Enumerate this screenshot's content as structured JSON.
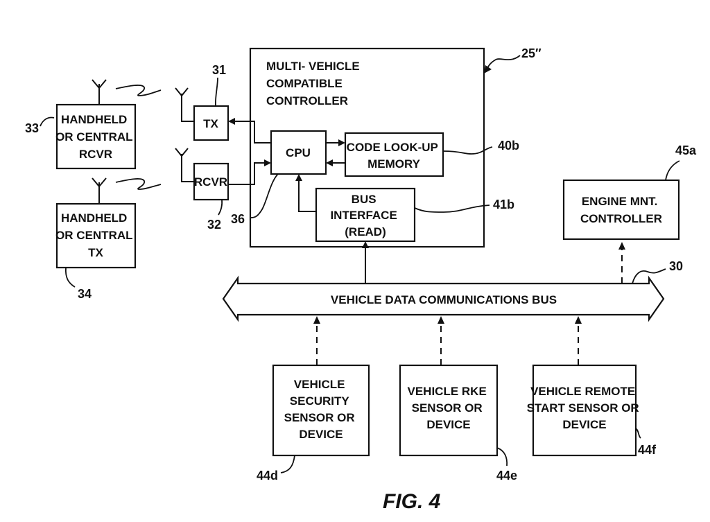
{
  "figure": {
    "caption": "FIG. 4",
    "controller": {
      "ref": "25″",
      "title_lines": [
        "MULTI- VEHICLE",
        "COMPATIBLE",
        "CONTROLLER"
      ],
      "cpu": {
        "label": "CPU",
        "ref": "36"
      },
      "memory": {
        "lines": [
          "CODE LOOK-UP",
          "MEMORY"
        ],
        "ref": "40b"
      },
      "bus_interface": {
        "lines": [
          "BUS",
          "INTERFACE",
          "(READ)"
        ],
        "ref": "41b"
      }
    },
    "tx": {
      "label": "TX",
      "ref": "31"
    },
    "rcvr": {
      "label": "RCVR",
      "ref": "32"
    },
    "handheld_rcvr": {
      "lines": [
        "HANDHELD",
        "OR CENTRAL",
        "RCVR"
      ],
      "ref": "33"
    },
    "handheld_tx": {
      "lines": [
        "HANDHELD",
        "OR CENTRAL",
        "TX"
      ],
      "ref": "34"
    },
    "engine_controller": {
      "lines": [
        "ENGINE MNT.",
        "CONTROLLER"
      ],
      "ref": "45a"
    },
    "bus": {
      "label": "VEHICLE DATA COMMUNICATIONS BUS",
      "ref": "30"
    },
    "devices": [
      {
        "lines": [
          "VEHICLE",
          "SECURITY",
          "SENSOR OR",
          "DEVICE"
        ],
        "ref": "44d"
      },
      {
        "lines": [
          "VEHICLE RKE",
          "SENSOR OR",
          "DEVICE"
        ],
        "ref": "44e"
      },
      {
        "lines": [
          "VEHICLE REMOTE",
          "START SENSOR OR",
          "DEVICE"
        ],
        "ref": "44f"
      }
    ]
  }
}
